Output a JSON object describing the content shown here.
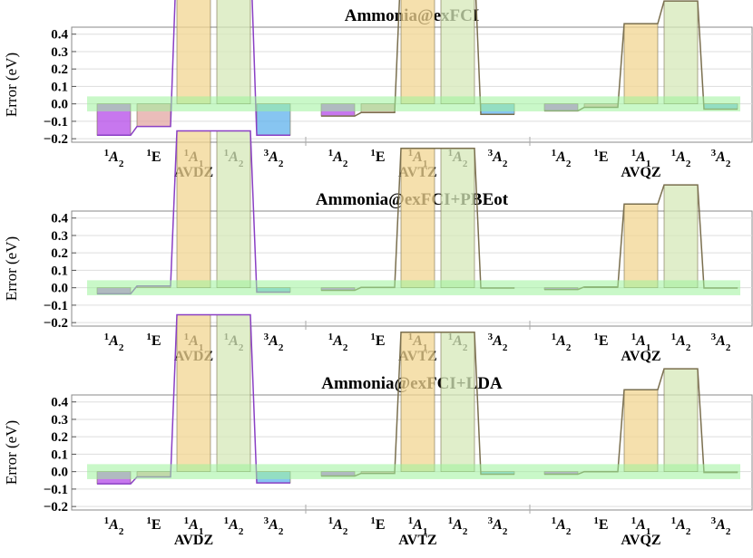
{
  "chart_data": [
    {
      "type": "bar",
      "title": "Ammonia@exFCI",
      "ylabel": "Error (eV)",
      "ylim": [
        -0.22,
        0.44
      ],
      "yticks": [
        "0.4",
        "0.3",
        "0.2",
        "0.1",
        "0.0",
        "−0.1",
        "−0.2"
      ],
      "ytick_values": [
        0.4,
        0.3,
        0.2,
        0.1,
        0.0,
        -0.1,
        -0.2
      ],
      "chemical_accuracy_band": [
        -0.043,
        0.043
      ],
      "groups": [
        {
          "basis": "AVDZ",
          "states": [
            "1A2",
            "1E",
            "1A1",
            "1A2",
            "3A2"
          ],
          "values": [
            -0.18,
            -0.13,
            0.9,
            0.9,
            -0.18
          ]
        },
        {
          "basis": "AVTZ",
          "states": [
            "1A2",
            "1E",
            "1A1",
            "1A2",
            "3A2"
          ],
          "values": [
            -0.07,
            -0.05,
            0.8,
            0.8,
            -0.06
          ]
        },
        {
          "basis": "AVQZ",
          "states": [
            "1A2",
            "1E",
            "1A1",
            "1A2",
            "3A2"
          ],
          "values": [
            -0.04,
            -0.02,
            0.46,
            0.59,
            -0.03
          ]
        }
      ],
      "grid": true
    },
    {
      "type": "bar",
      "title": "Ammonia@exFCI+PBEot",
      "ylabel": "Error (eV)",
      "ylim": [
        -0.22,
        0.44
      ],
      "yticks": [
        "0.4",
        "0.3",
        "0.2",
        "0.1",
        "0.0",
        "−0.1",
        "−0.2"
      ],
      "ytick_values": [
        0.4,
        0.3,
        0.2,
        0.1,
        0.0,
        -0.1,
        -0.2
      ],
      "chemical_accuracy_band": [
        -0.043,
        0.043
      ],
      "groups": [
        {
          "basis": "AVDZ",
          "states": [
            "1A2",
            "1E",
            "1A1",
            "1A2",
            "3A2"
          ],
          "values": [
            -0.035,
            0.01,
            0.9,
            0.9,
            -0.025
          ]
        },
        {
          "basis": "AVTZ",
          "states": [
            "1A2",
            "1E",
            "1A1",
            "1A2",
            "3A2"
          ],
          "values": [
            -0.015,
            0.002,
            0.8,
            0.8,
            -0.002
          ]
        },
        {
          "basis": "AVQZ",
          "states": [
            "1A2",
            "1E",
            "1A1",
            "1A2",
            "3A2"
          ],
          "values": [
            -0.01,
            0.005,
            0.48,
            0.59,
            -0.002
          ]
        }
      ],
      "grid": true
    },
    {
      "type": "bar",
      "title": "Ammonia@exFCI+LDA",
      "ylabel": "Error (eV)",
      "ylim": [
        -0.22,
        0.44
      ],
      "yticks": [
        "0.4",
        "0.3",
        "0.2",
        "0.1",
        "0.0",
        "−0.1",
        "−0.2"
      ],
      "ytick_values": [
        0.4,
        0.3,
        0.2,
        0.1,
        0.0,
        -0.1,
        -0.2
      ],
      "chemical_accuracy_band": [
        -0.043,
        0.043
      ],
      "groups": [
        {
          "basis": "AVDZ",
          "states": [
            "1A2",
            "1E",
            "1A1",
            "1A2",
            "3A2"
          ],
          "values": [
            -0.07,
            -0.03,
            0.9,
            0.9,
            -0.065
          ]
        },
        {
          "basis": "AVTZ",
          "states": [
            "1A2",
            "1E",
            "1A1",
            "1A2",
            "3A2"
          ],
          "values": [
            -0.025,
            -0.01,
            0.8,
            0.8,
            -0.015
          ]
        },
        {
          "basis": "AVQZ",
          "states": [
            "1A2",
            "1E",
            "1A1",
            "1A2",
            "3A2"
          ],
          "values": [
            -0.015,
            0.0,
            0.47,
            0.59,
            -0.005
          ]
        }
      ],
      "grid": true
    }
  ],
  "colors": {
    "band": "#9cf29a",
    "band_opacity": 0.55,
    "bar_fill": [
      "#b44ae8",
      "#e3a7a3",
      "#f2d591",
      "#d6e8b8",
      "#5fb2ec"
    ],
    "bar_stroke": "#7a6f4e",
    "avdz_line": "#8a3fc4",
    "axis": "#888888",
    "grid": "#dddddd",
    "separator": "#aaaaaa"
  }
}
